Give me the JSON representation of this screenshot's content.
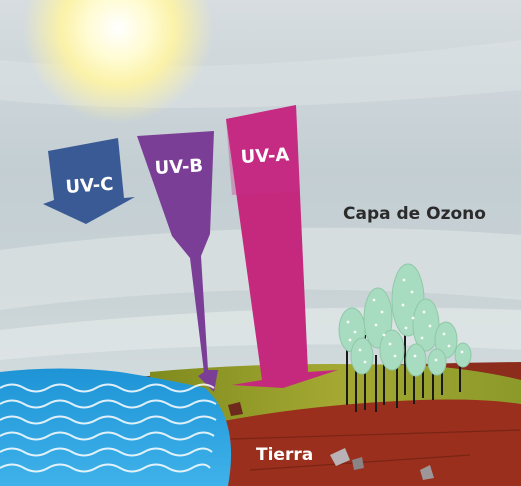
{
  "labels": {
    "uv_c": "UV-C",
    "uv_b": "UV-B",
    "uv_a": "UV-A",
    "ozone_layer": "Capa de Ozono",
    "earth": "Tierra"
  },
  "colors": {
    "uv_c": "#3a5a96",
    "uv_b": "#7b3e97",
    "uv_a": "#c4297e",
    "sun": "#fff6b0",
    "sky": "#c9d4d9",
    "water": "#2aa3e0",
    "ground": "#8e9a26",
    "soil": "#8b2c1c",
    "trees": "#a8dcc0"
  },
  "icons": {
    "sun": "sun-icon",
    "trees": "tree-icon",
    "water": "water-waves-icon",
    "rocks": "rock-icon"
  }
}
